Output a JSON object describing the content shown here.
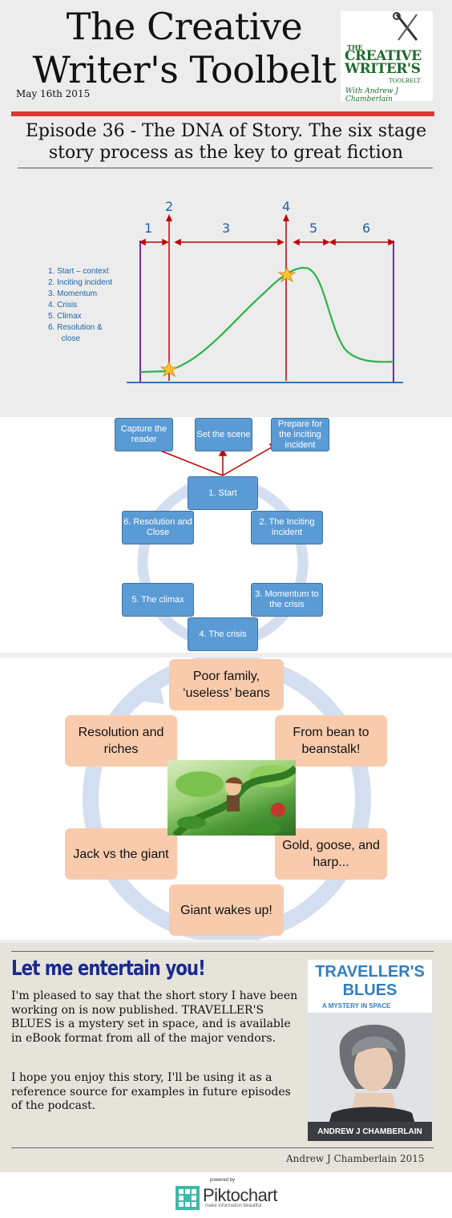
{
  "header": {
    "title_line1": "The Creative",
    "title_line2": "Writer's Toolbelt",
    "date": "May 16th 2015",
    "logo": {
      "the": "THE",
      "line1": "CREATIVE",
      "line2": "WRITER'S",
      "toolbelt": "TOOLBELT",
      "author": "With Andrew J Chamberlain"
    },
    "episode_line1": "Episode 36 - The DNA of Story. The six stage",
    "episode_line2": "story process as the key to great fiction"
  },
  "arc_diagram": {
    "stage_numbers": [
      "1",
      "2",
      "3",
      "4",
      "5",
      "6"
    ],
    "legend": [
      "1.  Start – context",
      "2.  Inciting incident",
      "3.  Momentum",
      "4.  Crisis",
      "5.  Climax",
      "6.  Resolution &",
      "      close"
    ]
  },
  "cycle_diagram": {
    "top_boxes": [
      "Capture the reader",
      "Set the scene",
      "Prepare for the inciting incident"
    ],
    "stages": {
      "start": "1. Start",
      "inciting": "2. The Inciting incident",
      "momentum": "3. Momentum to the crisis",
      "crisis": "4. The crisis",
      "climax": "5. The climax",
      "resolution": "6. Resolution and Close"
    }
  },
  "jack_cycle": {
    "stages": {
      "top": "Poor family, ‘useless’ beans",
      "right_top": "From bean to beanstalk!",
      "right_bottom": "Gold, goose, and harp...",
      "bottom": "Giant wakes up!",
      "left_bottom": "Jack vs the giant",
      "left_top": "Resolution and riches"
    }
  },
  "entertain": {
    "title": "Let me entertain you!",
    "para1": "I'm pleased to say that the short story I have been working on is now published. TRAVELLER'S BLUES is a mystery set in space, and is available in eBook format from all of the major vendors.",
    "para2": "I hope you enjoy this story, I'll be using it as a reference source for examples in future episodes of the podcast.",
    "cover_title": "TRAVELLER'S BLUES",
    "cover_subtitle": "A MYSTERY IN SPACE",
    "cover_author": "ANDREW J CHAMBERLAIN",
    "credit": "Andrew J Chamberlain 2015"
  },
  "footer": {
    "powered_by": "powered by",
    "brand": "Piktochart",
    "tagline": "make information beautiful"
  },
  "colors": {
    "accent_red": "#d43a31",
    "diagram_blue": "#5b9bd5",
    "peach": "#f8cbad",
    "title_navy": "#1a2a8f"
  }
}
